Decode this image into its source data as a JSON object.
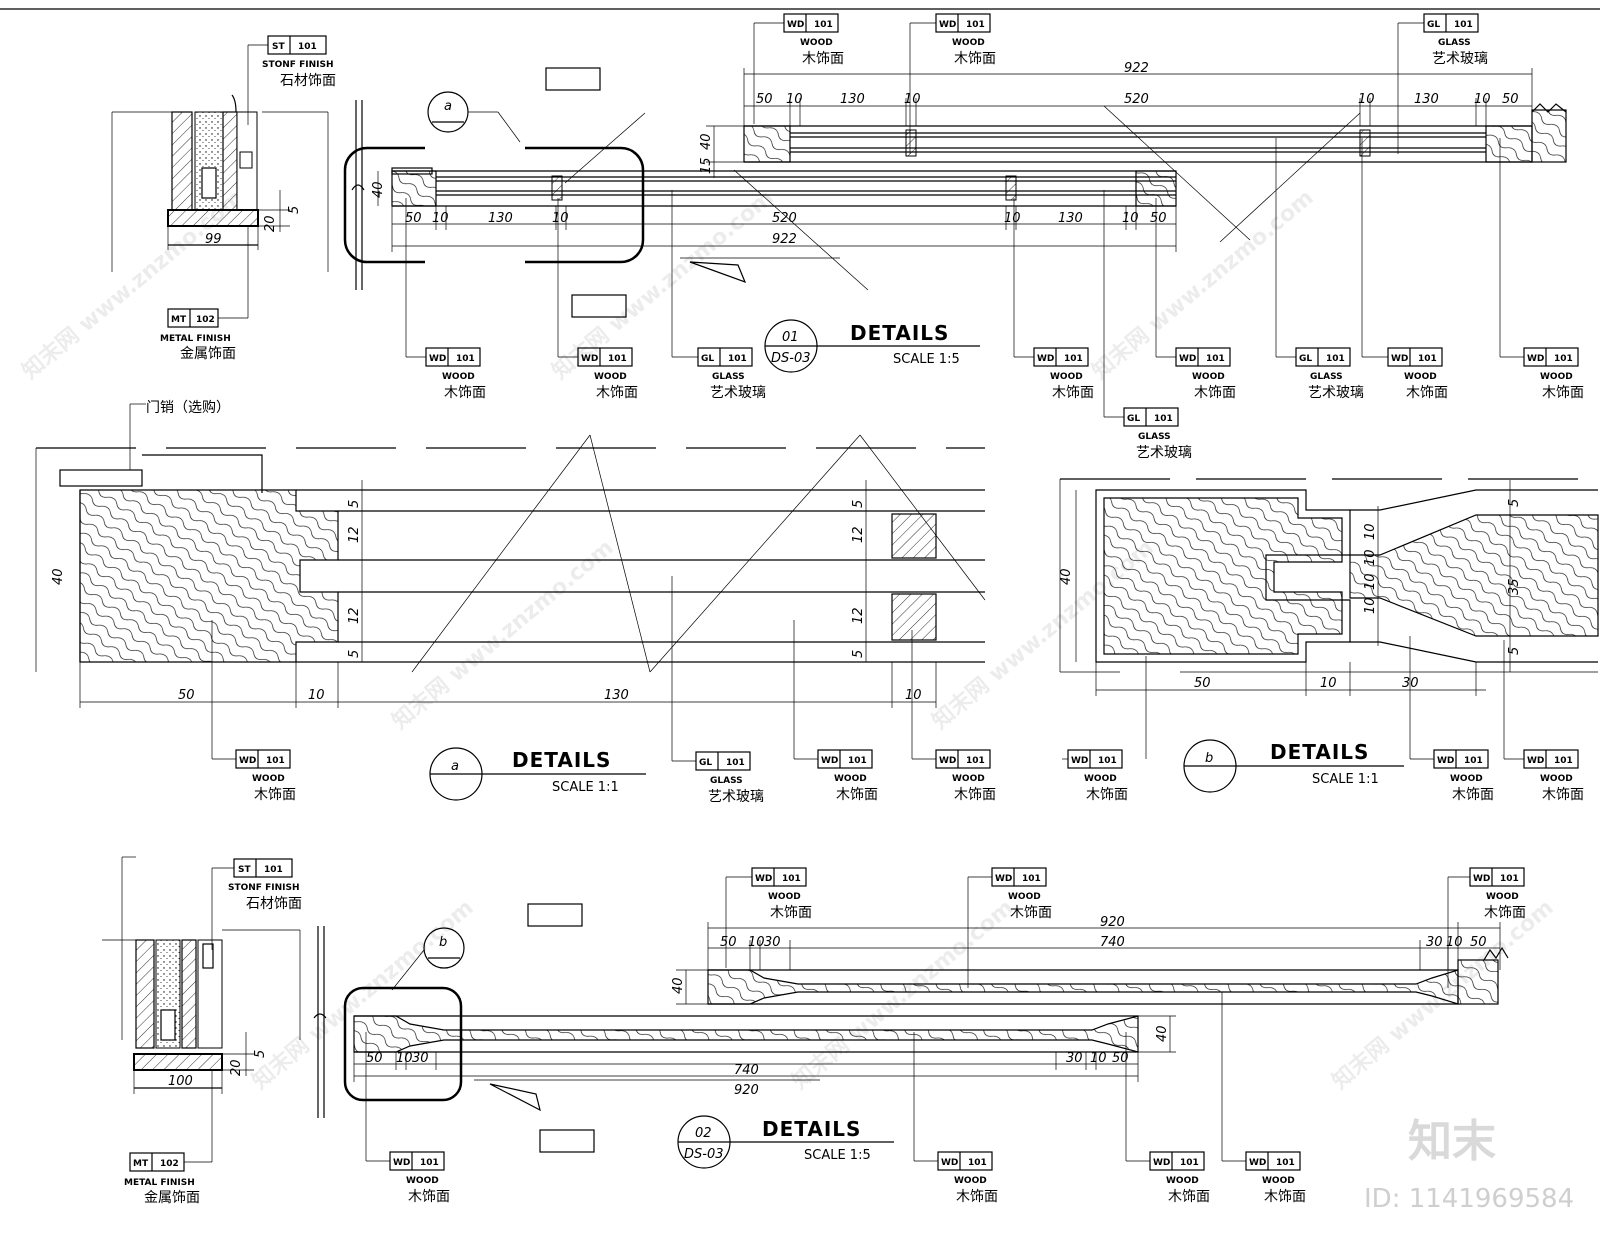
{
  "materials": {
    "wd": {
      "code": "WD",
      "num": "101",
      "en": "WOOD",
      "cn": "木饰面"
    },
    "gl": {
      "code": "GL",
      "num": "101",
      "en": "GLASS",
      "cn": "艺术玻璃"
    },
    "st": {
      "code": "ST",
      "num": "101",
      "en": "STONF FINISH",
      "cn": "石材饰面"
    },
    "mt": {
      "code": "MT",
      "num": "102",
      "en": "METAL FINISH",
      "cn": "金属饰面"
    }
  },
  "notes": {
    "door_bolt": "门销（选购）"
  },
  "details": {
    "d01": {
      "num": "01",
      "sheet": "DS-03",
      "title": "DETAILS",
      "scale": "SCALE  1:5"
    },
    "d02": {
      "num": "02",
      "sheet": "DS-03",
      "title": "DETAILS",
      "scale": "SCALE  1:5"
    },
    "da": {
      "letter": "a",
      "title": "DETAILS",
      "scale": "SCALE  1:1"
    },
    "db": {
      "letter": "b",
      "title": "DETAILS",
      "scale": "SCALE  1:1"
    }
  },
  "dims": {
    "s1": {
      "total": "922",
      "a": "50",
      "b": "10",
      "c": "130",
      "d": "10",
      "e": "520",
      "f": "10",
      "g": "130",
      "h": "10",
      "i": "50",
      "h40": "40",
      "h15": "15"
    },
    "s1b": {
      "a": "50",
      "b": "10",
      "c": "130",
      "d": "10",
      "e": "520",
      "f": "10",
      "g": "130",
      "h": "10",
      "i": "50",
      "total": "922",
      "h40": "40"
    },
    "wall1": {
      "w": "99",
      "h20": "20",
      "h5": "5"
    },
    "wall2": {
      "w": "100",
      "h20": "20",
      "h5": "5"
    },
    "a": {
      "w50": "50",
      "w10": "10",
      "w130": "130",
      "w10b": "10",
      "h40": "40",
      "v5a": "5",
      "v12a": "12",
      "v12b": "12",
      "v5b": "5",
      "v5c": "5",
      "v12c": "12",
      "v12d": "12",
      "v5d": "5"
    },
    "b": {
      "w50": "50",
      "w10": "10",
      "w30": "30",
      "h40": "40",
      "v10a": "10",
      "v10b": "10",
      "v10c": "10",
      "v10d": "10",
      "v5a": "5",
      "v35": "35",
      "v5b": "5"
    },
    "s2": {
      "total": "920",
      "inner": "740",
      "a": "50",
      "b": "10",
      "c": "30",
      "d": "30",
      "e": "10",
      "f": "50",
      "h40": "40"
    },
    "s2b": {
      "a": "50",
      "b": "10",
      "c": "30",
      "inner": "740",
      "d": "30",
      "e": "10",
      "f": "50",
      "total": "920",
      "h40": "40"
    }
  },
  "callouts": {
    "a": "a",
    "b": "b"
  },
  "watermark": {
    "text": "知末网 www.znzmo.com",
    "brand": "知末",
    "id": "ID: 1141969584"
  }
}
